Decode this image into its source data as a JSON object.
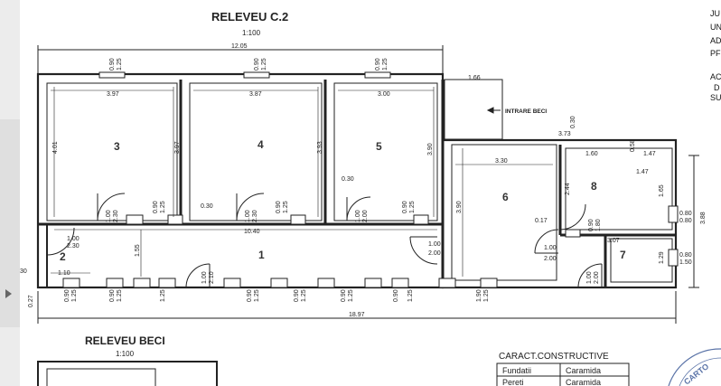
{
  "title": "RELEVEU C.2",
  "scale": "1:100",
  "total_top": "12.05",
  "total_bottom": "18.97",
  "left_edge_label": "30",
  "left_bottom_label": "0.27",
  "rooms": [
    "1",
    "2",
    "3",
    "4",
    "5",
    "6",
    "7",
    "8"
  ],
  "entrance_label": "INTRARE BECI",
  "window_top": [
    "0.90",
    "1.25"
  ],
  "room_dims": {
    "r3_w": "3.97",
    "r3_h": "4.01",
    "r3_h2": "3.97",
    "r4_w": "3.87",
    "r4_h": "3.93",
    "r5_w": "3.00",
    "r5_h": "3.90",
    "r5_off": "0.30",
    "r6_w": "3.30",
    "r6_h": "3.90",
    "r6_off": "0.17",
    "r8_w1": "1.60",
    "r8_w2": "1.47",
    "r8_w3": "1.47",
    "r8_h": "2.44",
    "r8_h2": "1.65",
    "r8_h3": "0.58",
    "r7_w": "3.07",
    "r7_h": "1.29",
    "ext_1": "1.66",
    "ext_2": "3.73",
    "ext_3": "0.30",
    "hall_w": "10.40",
    "hall_h": "1.55",
    "side_80a": "0.80",
    "side_80b": "0.80",
    "side_388": "3.88",
    "side_80c": "0.80",
    "side_150": "1.50",
    "r4_off": "0.30"
  },
  "doors": {
    "d1": [
      "1.00",
      "2.30"
    ],
    "d2": [
      "1.00",
      "2.30"
    ],
    "d3": [
      "1.00",
      "2.00"
    ],
    "d4": [
      "1.00",
      "2.00"
    ],
    "d5": [
      "1.00",
      "2.10"
    ],
    "d6": [
      "1.00",
      "2.00"
    ],
    "d7": [
      "1.00",
      "2.00"
    ],
    "d8": [
      "0.90",
      "1.80"
    ],
    "d2b": [
      "1.00",
      "2.30"
    ],
    "d2c": "1.10"
  },
  "bottom_windows": [
    "0.90",
    "1.25"
  ],
  "bottom_window_alt": [
    "1.90",
    "1.25"
  ],
  "section2_title": "RELEVEU BECI",
  "section2_scale": "1:100",
  "caract": {
    "heading": "CARACT.CONSTRUCTIVE",
    "rows": [
      [
        "Fundatii",
        "Caramida"
      ],
      [
        "Pereti",
        "Caramida"
      ]
    ]
  },
  "side_text": [
    "JU",
    "UN",
    "AD",
    "PF",
    "AC",
    "D",
    "SU"
  ],
  "stamp_text": "CARTO"
}
